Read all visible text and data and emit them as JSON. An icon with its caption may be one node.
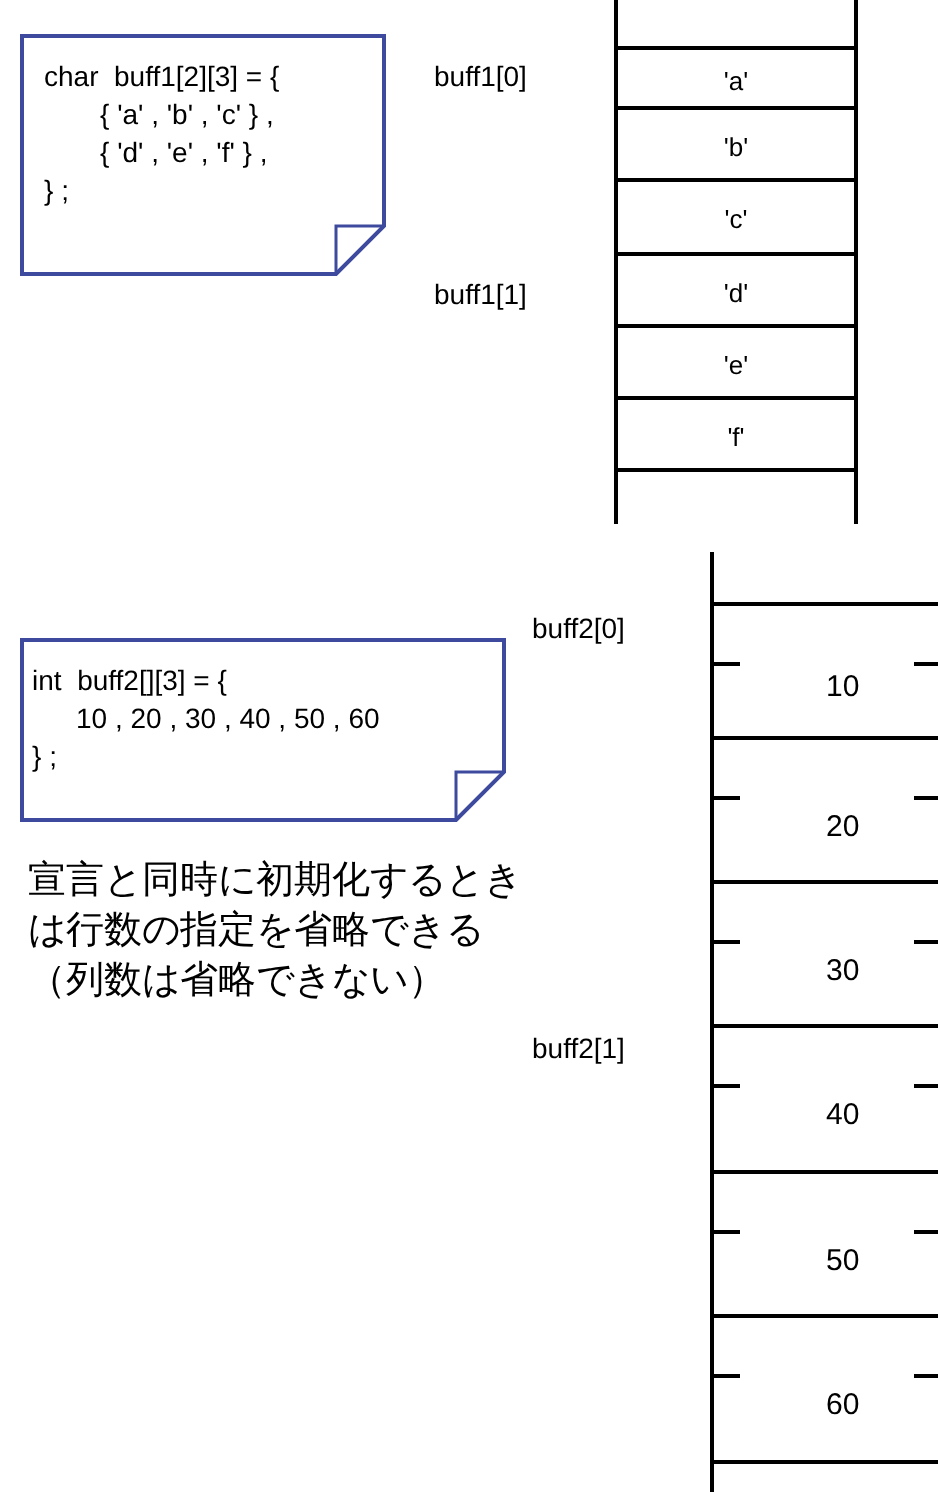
{
  "diagram": {
    "nodes": [
      {
        "text": [
          "char  buff1[2][3] = {",
          "{ 'a' , 'b' , 'c' } ,",
          "{ 'd' , 'e' , 'f' } ,",
          "} ;"
        ]
      },
      {
        "text": [],
        "shape": "box"
      },
      {
        "text": [
          "'a'"
        ]
      },
      {
        "text": [
          "'b'"
        ]
      },
      {
        "text": [
          "'c'"
        ]
      },
      {
        "text": [
          "'d'"
        ]
      },
      {
        "text": [
          "'e'"
        ]
      },
      {
        "text": [
          "'f'"
        ]
      },
      {
        "text": [],
        "shape": "box"
      },
      {
        "text": [
          "int  buff2[][3] = {",
          "10 , 20 , 30 , 40 , 50 , 60",
          "} ;"
        ]
      },
      {
        "text": [],
        "shape": "box"
      },
      {
        "text": [
          "10"
        ]
      },
      {
        "text": [
          "20"
        ]
      },
      {
        "text": [
          "30"
        ]
      },
      {
        "text": [
          "40"
        ]
      },
      {
        "text": [
          "50"
        ]
      },
      {
        "text": [
          "60"
        ]
      },
      {
        "text": [],
        "shape": "box"
      }
    ],
    "labels": [
      "buff1[0]",
      "buff1[1]",
      "buff2[0]",
      "宣言と同時に初期化するときは行数の指定を省略できる（列数は省略できない）",
      "buff2[1]"
    ]
  }
}
